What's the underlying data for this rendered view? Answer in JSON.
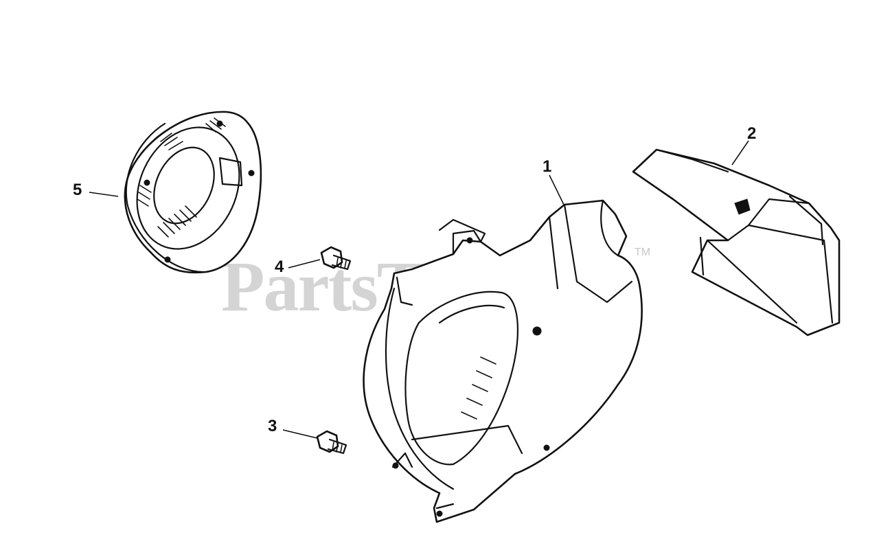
{
  "watermark": {
    "text": "PartsTree",
    "trademark": "TM"
  },
  "callouts": [
    {
      "id": "callout-1",
      "label": "1"
    },
    {
      "id": "callout-2",
      "label": "2"
    },
    {
      "id": "callout-3",
      "label": "3"
    },
    {
      "id": "callout-4",
      "label": "4"
    },
    {
      "id": "callout-5",
      "label": "5"
    }
  ]
}
